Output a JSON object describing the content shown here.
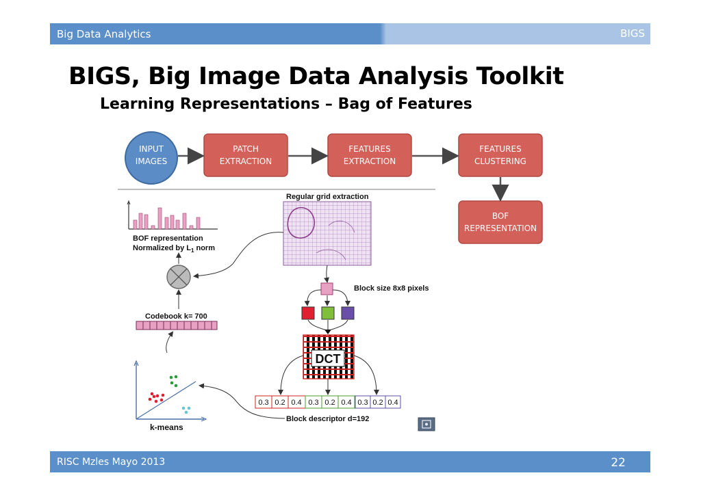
{
  "header": {
    "left": "Big Data Analytics",
    "right": "BIGS"
  },
  "title": "BIGS, Big Image Data Analysis Toolkit",
  "subtitle": "Learning Representations – Bag of Features",
  "flow": {
    "input": [
      "INPUT",
      "IMAGES"
    ],
    "patch": [
      "PATCH",
      "EXTRACTION"
    ],
    "features": [
      "FEATURES",
      "EXTRACTION"
    ],
    "clustering": [
      "FEATURES",
      "CLUSTERING"
    ],
    "bof": [
      "BOF",
      "REPRESENTATION"
    ]
  },
  "figure": {
    "bof_label_1": "BOF representation",
    "bof_label_2": "Normalized by L",
    "bof_label_sub": "1",
    "bof_label_3": " norm",
    "grid_label": "Regular grid extraction",
    "block_size": "Block size 8x8 pixels",
    "codebook": "Codebook k= 700",
    "dct": "DCT",
    "kmeans": "k-means",
    "descriptor": "Block descriptor d=192",
    "desc_values": [
      "0.3",
      "0.2",
      "0.4"
    ]
  },
  "footer": {
    "left": "RISC Mzles Mayo 2013",
    "page": "22"
  },
  "colors": {
    "blue": "#5b8fc9",
    "red_box": "#d4605a",
    "circle": "#5b8cc6"
  }
}
